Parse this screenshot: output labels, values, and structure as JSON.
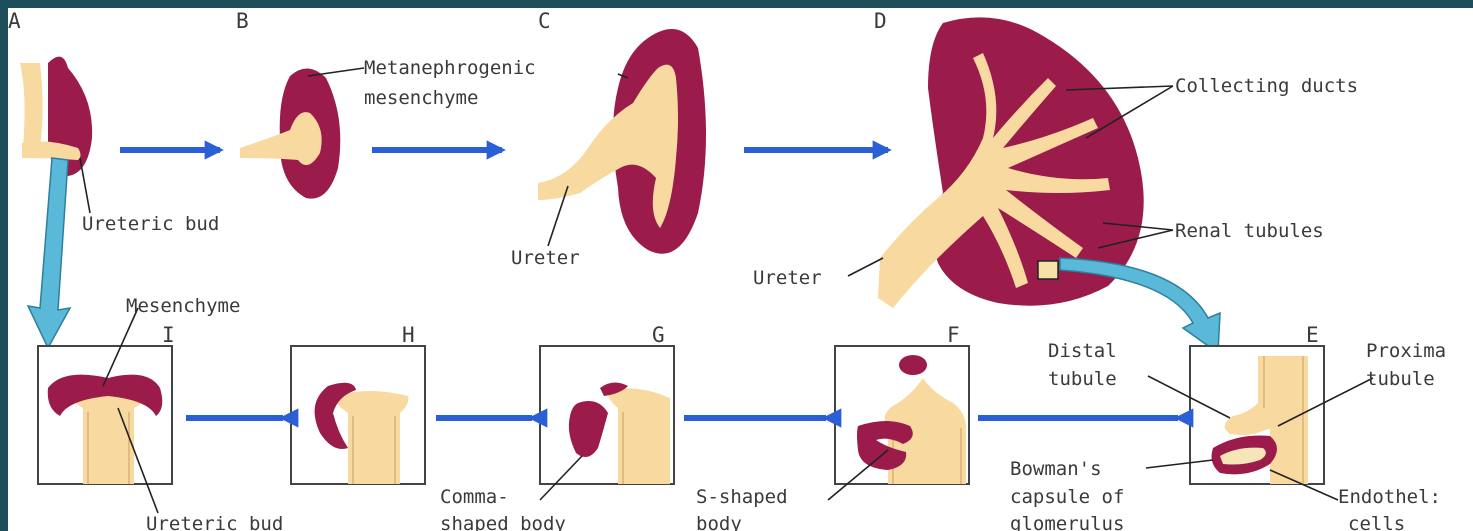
{
  "panels": {
    "A": "A",
    "B": "B",
    "C": "C",
    "D": "D",
    "E": "E",
    "F": "F",
    "G": "G",
    "H": "H",
    "I": "I"
  },
  "labels": {
    "metanephrogenic": "Metanephrogenic",
    "mesenchyme_line2": "mesenchyme",
    "collecting_ducts": "Collecting ducts",
    "ureteric_bud_top": "Ureteric bud",
    "ureter_c": "Ureter",
    "renal_tubules": "Renal tubules",
    "ureter_d": "Ureter",
    "mesenchyme": "Mesenchyme",
    "distal_1": "Distal",
    "distal_2": "tubule",
    "proximal_1": "Proxima",
    "proximal_2": "tubule",
    "bowman_1": "Bowman's",
    "bowman_2": "capsule of",
    "bowman_3": "glomerulus",
    "comma_1": "Comma-",
    "comma_2": "shaped body",
    "s_1": "S-shaped",
    "s_2": "body",
    "ureteric_bud_bottom": "Ureteric bud",
    "endothelial_1": "Endothel:",
    "endothelial_2": "cells"
  },
  "colors": {
    "background": "#1e4d5c",
    "tissue": "#9b1b4b",
    "duct": "#f8d9a0",
    "arrow": "#2a5fd6",
    "callout_arrow": "#5ab8d8"
  }
}
